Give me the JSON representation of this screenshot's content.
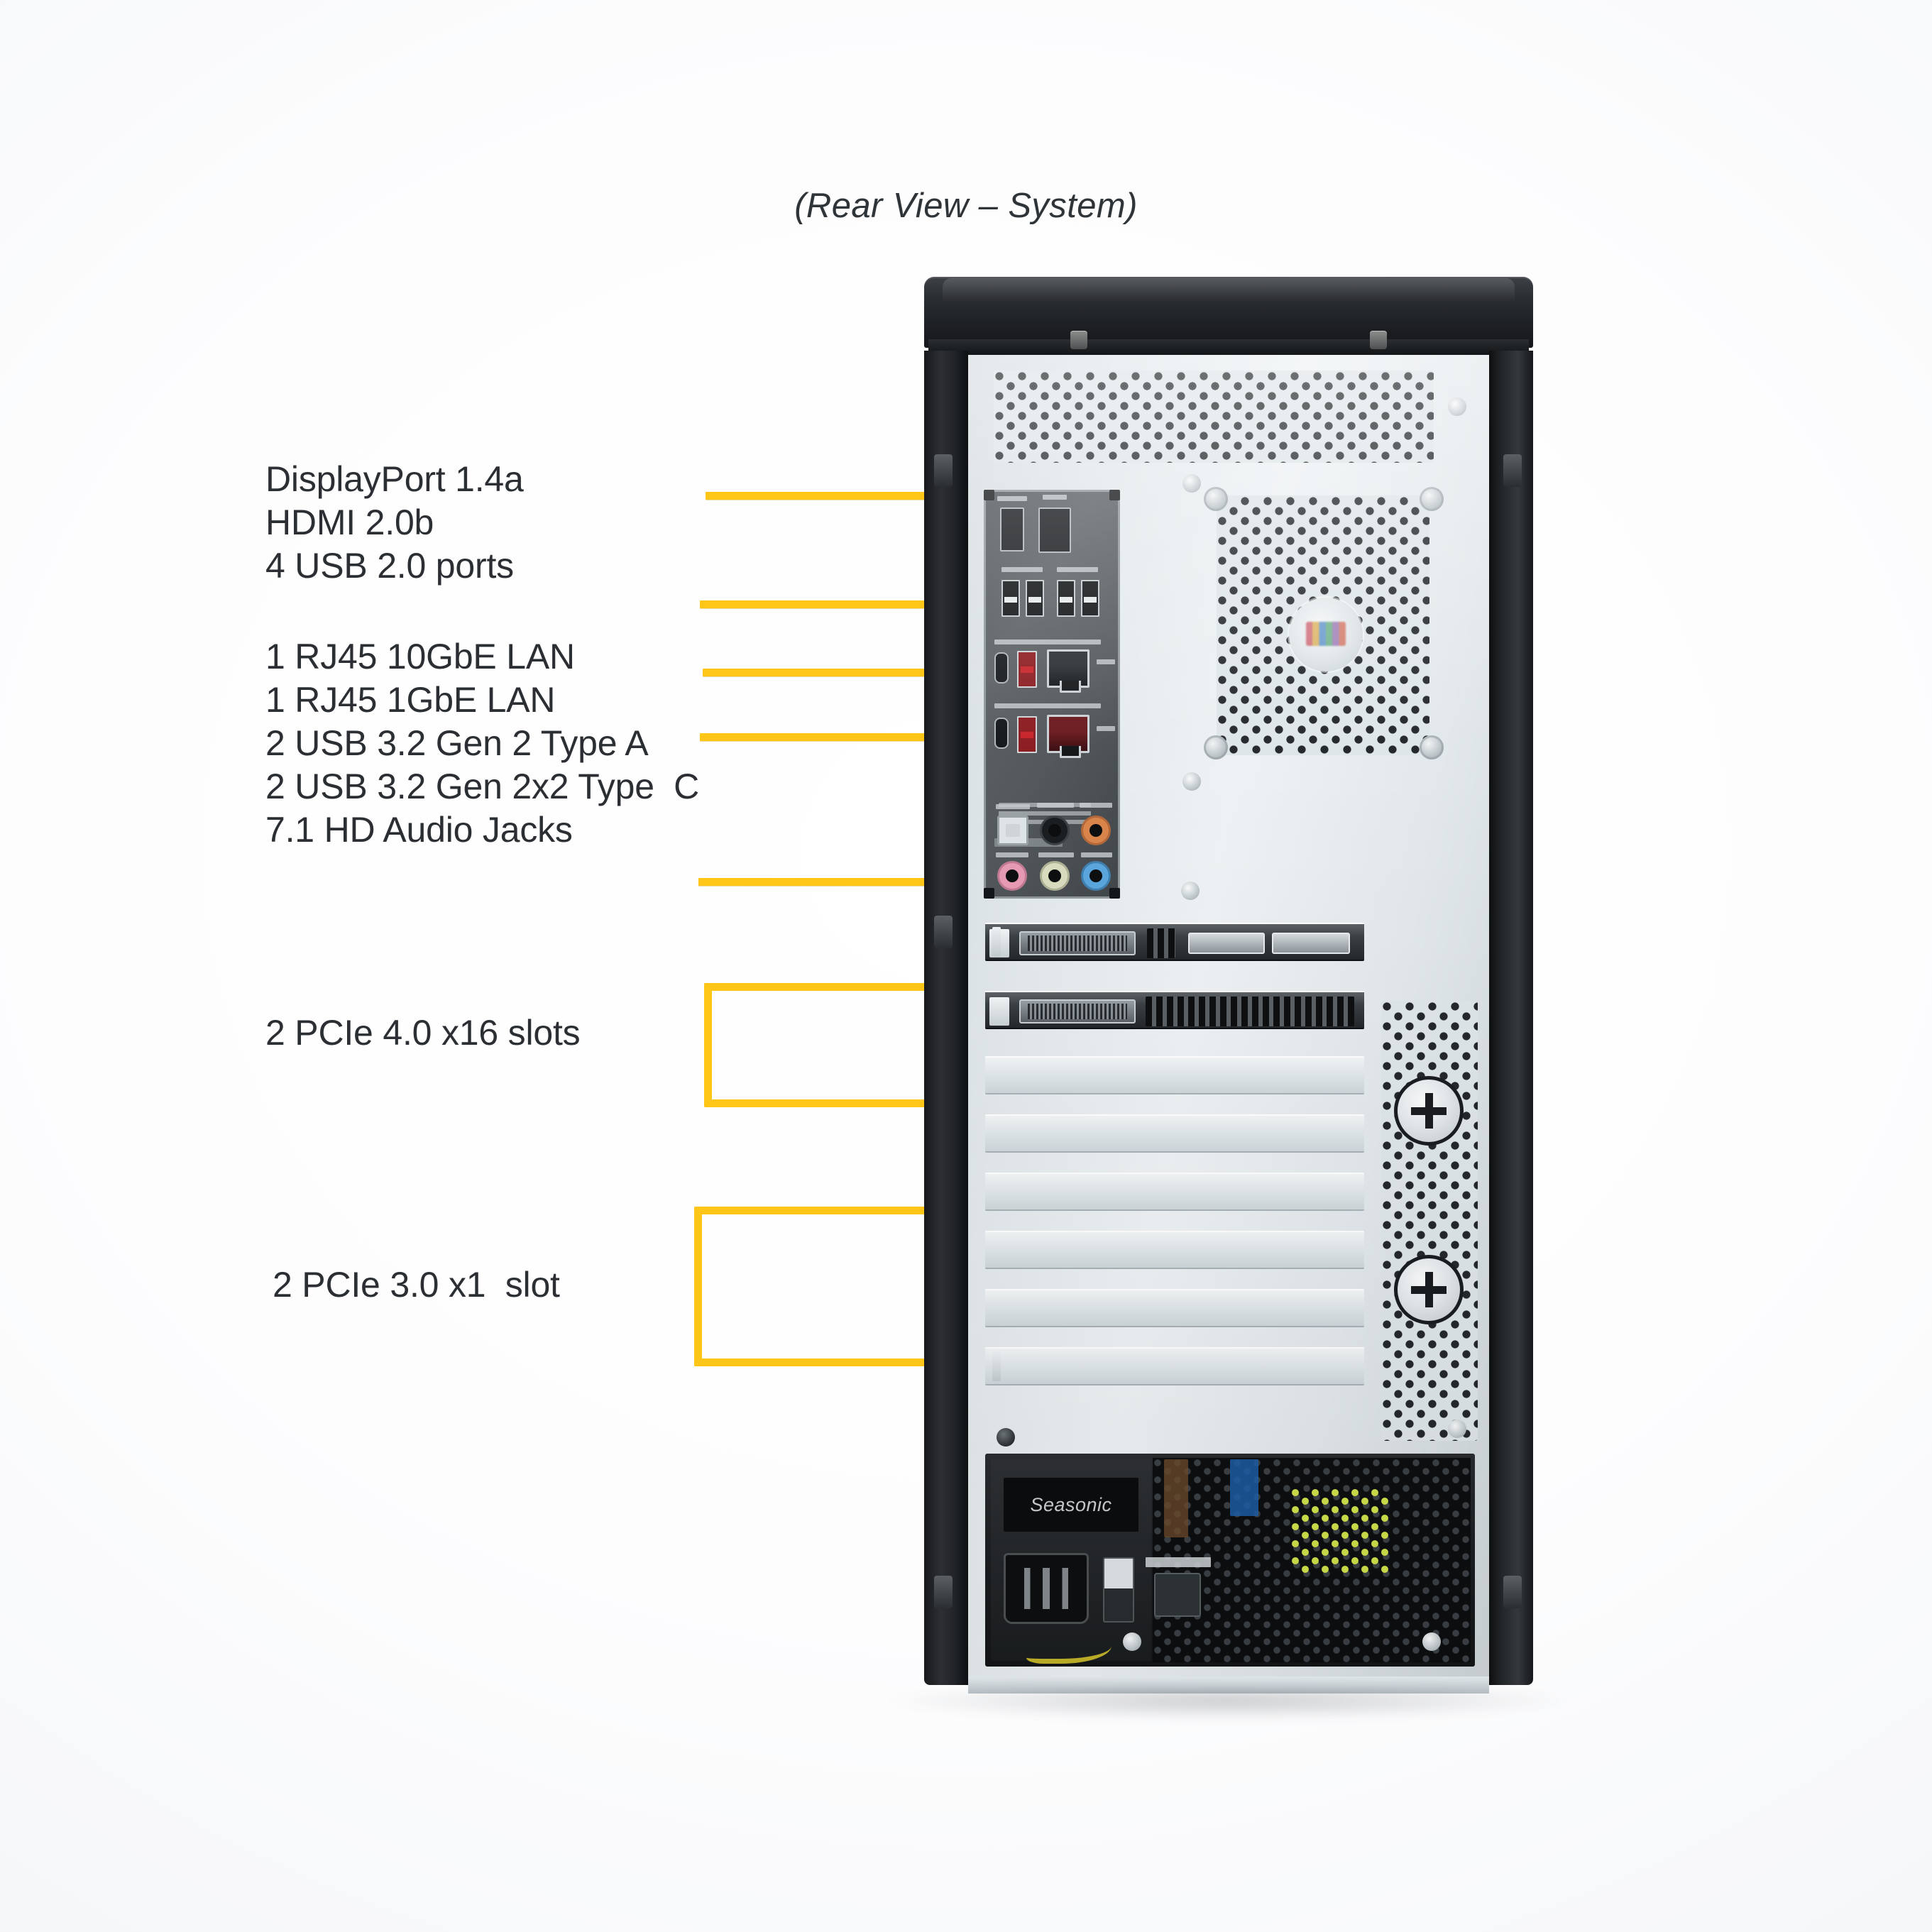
{
  "title": "(Rear View – System)",
  "accent_color": "#FFC517",
  "callouts": {
    "video_group": "DisplayPort 1.4a\nHDMI 2.0b\n4 USB 2.0 ports",
    "io_group": "1 RJ45 10GbE LAN\n1 RJ45 1GbE LAN\n2 USB 3.2 Gen 2 Type A\n2 USB 3.2 Gen 2x2 Type  C\n7.1 HD Audio Jacks",
    "pcie_x16": "2 PCIe 4.0 x16 slots",
    "pcie_x1": "2 PCIe 3.0 x1  slot"
  },
  "callout_lines": [
    {
      "text": "DisplayPort 1.4a"
    },
    {
      "text": "HDMI 2.0b"
    },
    {
      "text": "4 USB 2.0 ports"
    },
    {
      "text": "1 RJ45 10GbE LAN"
    },
    {
      "text": "1 RJ45 1GbE LAN"
    },
    {
      "text": "2 USB 3.2 Gen 2 Type A"
    },
    {
      "text": "2 USB 3.2 Gen 2x2 Type  C"
    },
    {
      "text": "7.1 HD Audio Jacks"
    },
    {
      "text": "2 PCIe 4.0 x16 slots"
    },
    {
      "text": "2 PCIe 3.0 x1  slot"
    }
  ],
  "psu": {
    "brand": "Seasonic"
  },
  "audio_jacks": [
    {
      "name": "optical-spdif",
      "color": "#dfe4e7"
    },
    {
      "name": "center-sub",
      "color": "#1b1e20"
    },
    {
      "name": "side-surround",
      "color": "#d9854a"
    },
    {
      "name": "mic-in",
      "color": "#e79ab4"
    },
    {
      "name": "line-out",
      "color": "#d9dcbe"
    },
    {
      "name": "line-in",
      "color": "#5aa6dd"
    }
  ]
}
